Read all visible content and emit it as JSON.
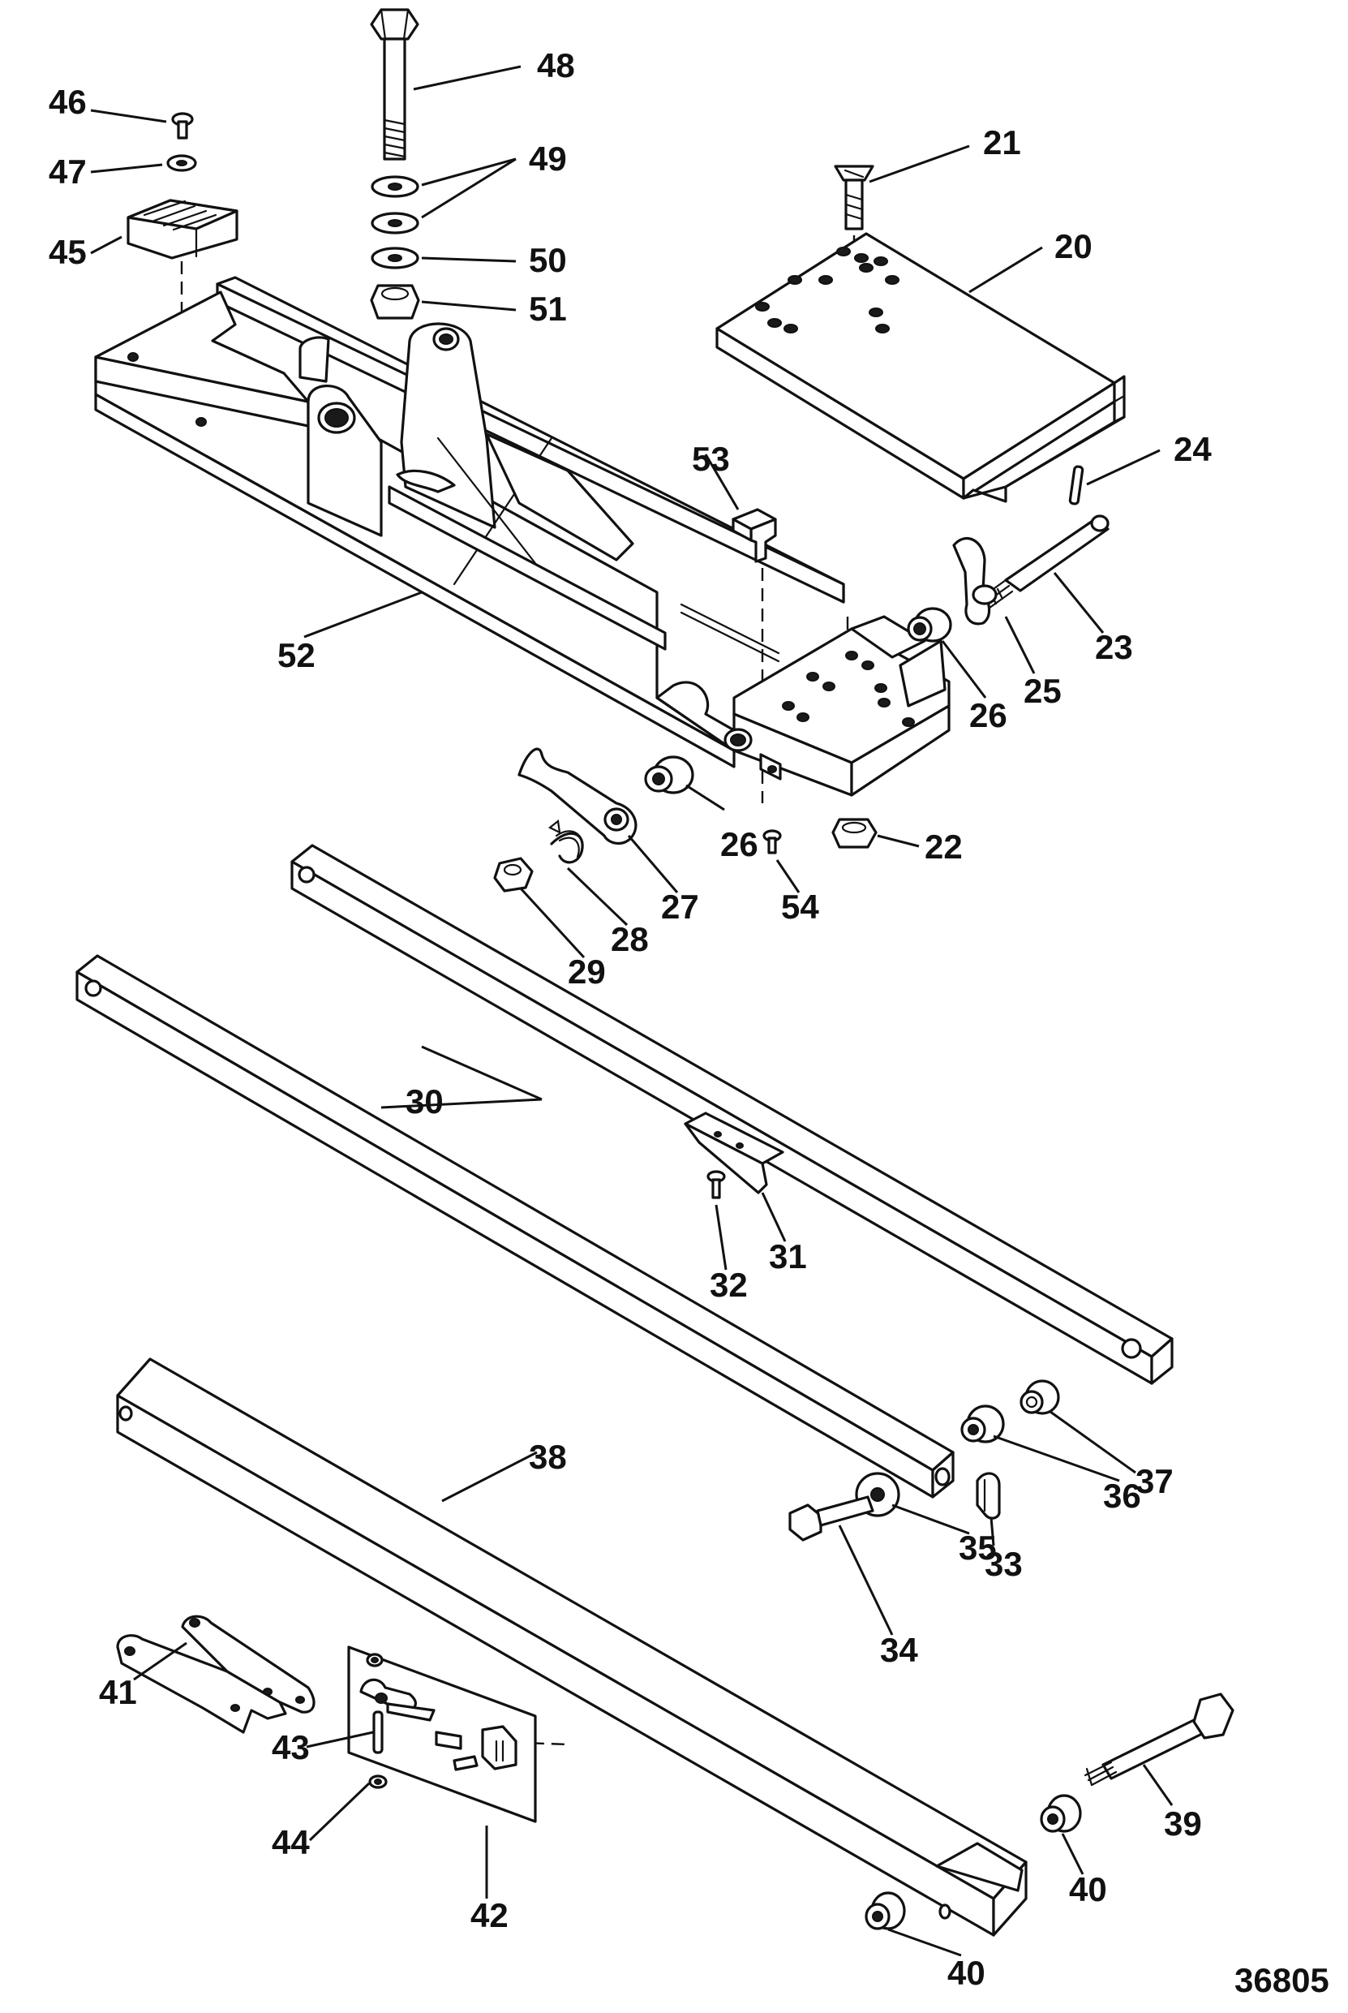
{
  "figure_number": "36805",
  "callouts": [
    {
      "id": "c20",
      "label": "20"
    },
    {
      "id": "c21",
      "label": "21"
    },
    {
      "id": "c22",
      "label": "22"
    },
    {
      "id": "c23",
      "label": "23"
    },
    {
      "id": "c24",
      "label": "24"
    },
    {
      "id": "c25",
      "label": "25"
    },
    {
      "id": "c26a",
      "label": "26"
    },
    {
      "id": "c26b",
      "label": "26"
    },
    {
      "id": "c27",
      "label": "27"
    },
    {
      "id": "c28",
      "label": "28"
    },
    {
      "id": "c29",
      "label": "29"
    },
    {
      "id": "c30",
      "label": "30"
    },
    {
      "id": "c31",
      "label": "31"
    },
    {
      "id": "c32",
      "label": "32"
    },
    {
      "id": "c33",
      "label": "33"
    },
    {
      "id": "c34",
      "label": "34"
    },
    {
      "id": "c35",
      "label": "35"
    },
    {
      "id": "c36",
      "label": "36"
    },
    {
      "id": "c37",
      "label": "37"
    },
    {
      "id": "c38",
      "label": "38"
    },
    {
      "id": "c39",
      "label": "39"
    },
    {
      "id": "c40a",
      "label": "40"
    },
    {
      "id": "c40b",
      "label": "40"
    },
    {
      "id": "c41",
      "label": "41"
    },
    {
      "id": "c42",
      "label": "42"
    },
    {
      "id": "c43",
      "label": "43"
    },
    {
      "id": "c44",
      "label": "44"
    },
    {
      "id": "c45",
      "label": "45"
    },
    {
      "id": "c46",
      "label": "46"
    },
    {
      "id": "c47",
      "label": "47"
    },
    {
      "id": "c48",
      "label": "48"
    },
    {
      "id": "c49",
      "label": "49"
    },
    {
      "id": "c50",
      "label": "50"
    },
    {
      "id": "c51",
      "label": "51"
    },
    {
      "id": "c52",
      "label": "52"
    },
    {
      "id": "c53",
      "label": "53"
    },
    {
      "id": "c54",
      "label": "54"
    }
  ]
}
